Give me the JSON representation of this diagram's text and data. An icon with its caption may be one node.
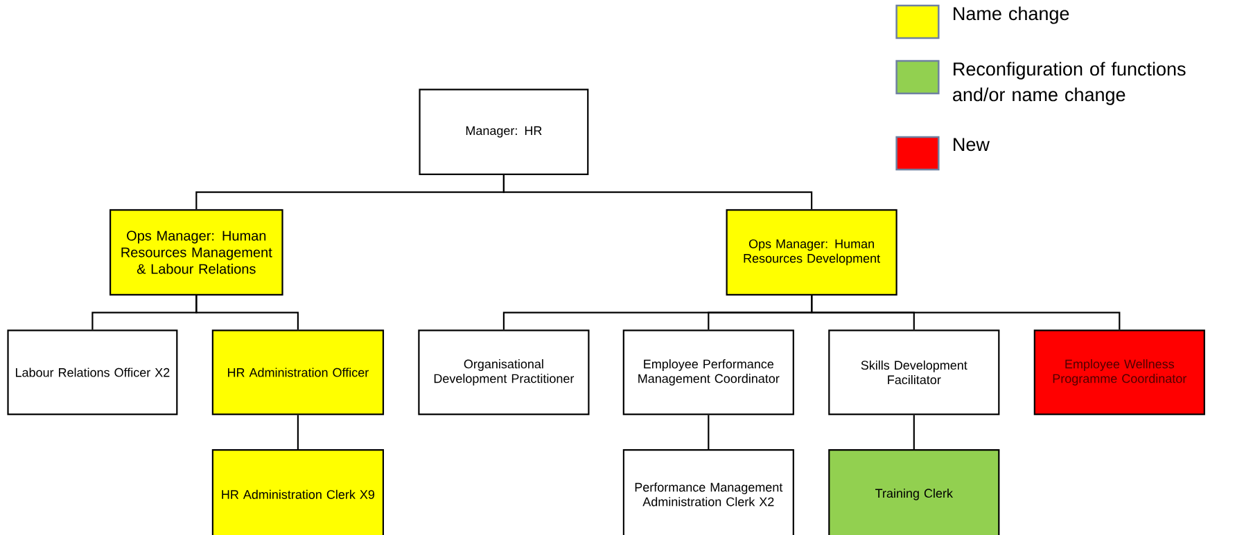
{
  "diagram": {
    "nodes": [
      {
        "text": [
          "Manager: HR"
        ]
      },
      {
        "text": [
          "Ops Manager: Human Resources Management & Labour Relations"
        ]
      },
      {
        "text": [
          "Ops Manager: Human Resources Development"
        ]
      },
      {
        "text": [
          "Labour Relations Officer X2"
        ]
      },
      {
        "text": [
          "HR Administration Officer"
        ]
      },
      {
        "text": [
          "Organisational Development Practitioner"
        ]
      },
      {
        "text": [
          "Employee Performance Management Coordinator"
        ]
      },
      {
        "text": [
          "Skills Development Facilitator"
        ]
      },
      {
        "text": [
          "Employee Wellness Programme Coordinator"
        ]
      },
      {
        "text": [
          "HR Administration Clerk X9"
        ]
      },
      {
        "text": [
          "Performance Management Administration Clerk X2"
        ]
      },
      {
        "text": [
          "Training Clerk"
        ]
      }
    ],
    "edges": [
      {
        "from": 0,
        "to": 1,
        "arrow": "none"
      },
      {
        "from": 0,
        "to": 2,
        "arrow": "none"
      },
      {
        "from": 1,
        "to": 3,
        "arrow": "none"
      },
      {
        "from": 1,
        "to": 4,
        "arrow": "none"
      },
      {
        "from": 2,
        "to": 5,
        "arrow": "none"
      },
      {
        "from": 2,
        "to": 6,
        "arrow": "none"
      },
      {
        "from": 2,
        "to": 7,
        "arrow": "none"
      },
      {
        "from": 2,
        "to": 8,
        "arrow": "none"
      },
      {
        "from": 4,
        "to": 9,
        "arrow": "none"
      },
      {
        "from": 6,
        "to": 10,
        "arrow": "none"
      },
      {
        "from": 7,
        "to": 11,
        "arrow": "none"
      }
    ],
    "legend": [
      {
        "text": "Name change",
        "color": "#ffff00"
      },
      {
        "text": "Reconfiguration of functions and/or name change",
        "color": "#92d050"
      },
      {
        "text": "New",
        "color": "#ff0000"
      }
    ]
  }
}
